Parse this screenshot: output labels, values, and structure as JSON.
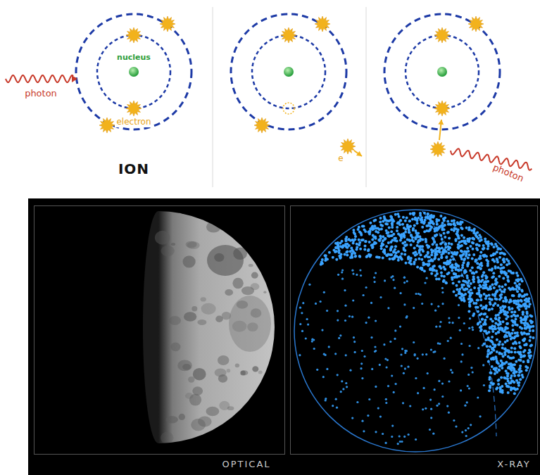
{
  "diagram": {
    "labels": [
      "photon",
      "nucleus",
      "electron",
      "ION",
      "e",
      "photon",
      "OPTICAL",
      "X-RAY"
    ]
  }
}
